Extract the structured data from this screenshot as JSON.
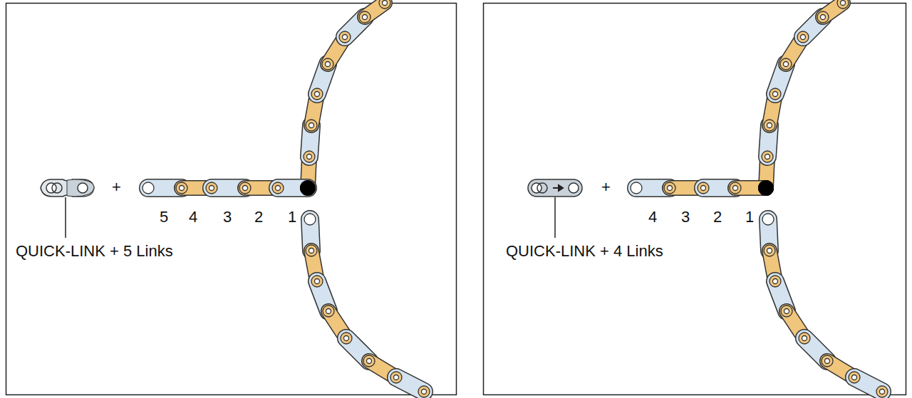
{
  "diagram": {
    "labels": [
      "+",
      "5",
      "4",
      "3",
      "2",
      "1",
      "QUICK-LINK + 5 Links",
      "+",
      "4",
      "3",
      "2",
      "1",
      "QUICK-LINK + 4 Links"
    ]
  }
}
